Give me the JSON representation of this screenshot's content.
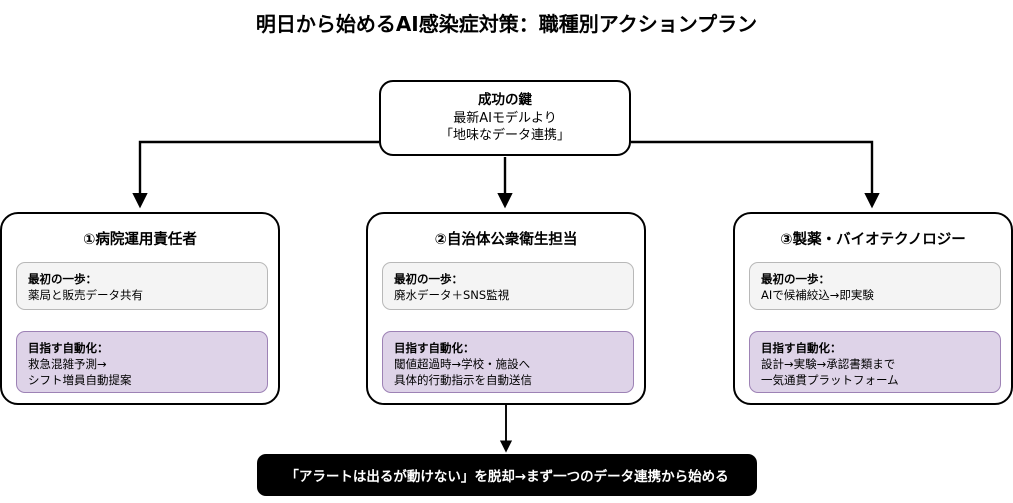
{
  "page": {
    "title": "明日から始めるAI感染症対策：職種別アクションプラン",
    "background_color": "#ffffff",
    "accent_purple": "#ded3e8",
    "accent_purple_border": "#9d82b5",
    "neutral_gray": "#f4f4f4",
    "neutral_gray_border": "#b8b8b8",
    "line_color": "#000000"
  },
  "key_box": {
    "title": "成功の鍵",
    "line1": "最新AIモデルより",
    "line2": "「地味なデータ連携」"
  },
  "roles": [
    {
      "header": "①病院運用責任者",
      "first_step": {
        "label": "最初の一歩：",
        "line1": "薬局と販売データ共有",
        "line2": ""
      },
      "goal": {
        "label": "目指す自動化：",
        "line1": "救急混雑予測→",
        "line2": "シフト増員自動提案"
      }
    },
    {
      "header": "②自治体公衆衛生担当",
      "first_step": {
        "label": "最初の一歩：",
        "line1": "廃水データ＋SNS監視",
        "line2": ""
      },
      "goal": {
        "label": "目指す自動化：",
        "line1": "閾値超過時→学校・施設へ",
        "line2": "具体的行動指示を自動送信"
      }
    },
    {
      "header": "③製薬・バイオテクノロジー",
      "first_step": {
        "label": "最初の一歩：",
        "line1": "AIで候補絞込→即実験",
        "line2": ""
      },
      "goal": {
        "label": "目指す自動化：",
        "line1": "設計→実験→承認書類まで",
        "line2": "一気通貫プラットフォーム"
      }
    }
  ],
  "banner": {
    "text": "「アラートは出るが動けない」を脱却→まず一つのデータ連携から始める"
  }
}
